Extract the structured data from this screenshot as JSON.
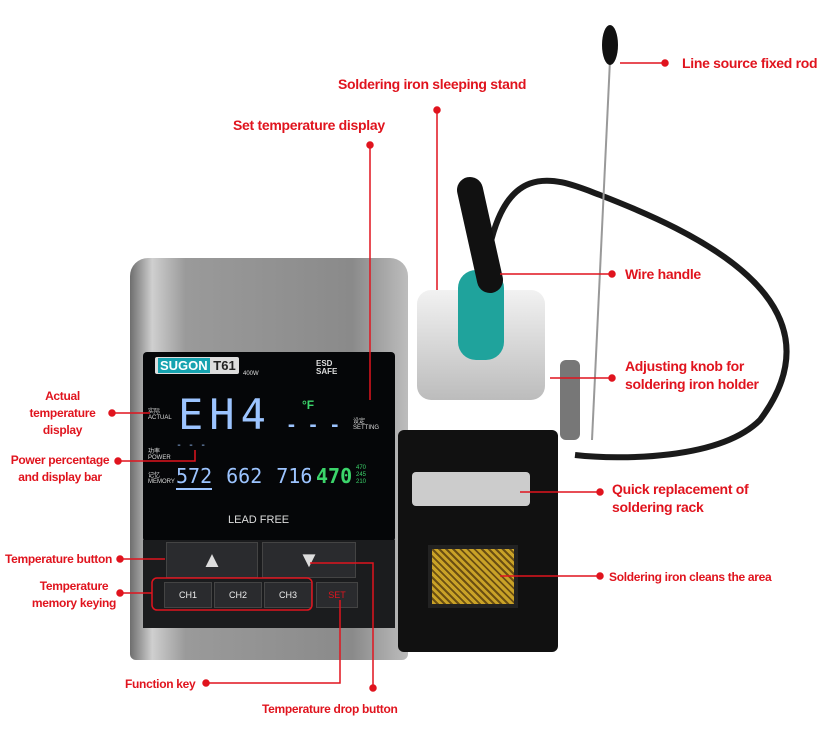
{
  "product": {
    "brand": "SUGON",
    "model": "T61",
    "power": "400W",
    "esd": "ESD SAFE",
    "lead_free": "LEAD FREE",
    "screen": {
      "actual_cn": "实际",
      "actual_en": "ACTUAL",
      "power_cn": "功率",
      "power_en": "POWER",
      "memory_cn": "记忆",
      "memory_en": "MEMORY",
      "setting_cn": "设定",
      "setting_en": "SETTING",
      "main_readout": "EH4",
      "unit": "°F",
      "set_readout": "- - -",
      "power_readout": "- - -",
      "memory_values": [
        "572",
        "662",
        "716"
      ],
      "current_value": "470",
      "presets": [
        "470",
        "245",
        "210"
      ]
    },
    "buttons": {
      "up": "▲",
      "down": "▼",
      "ch1": "CH1",
      "ch2": "CH2",
      "ch3": "CH3",
      "set": "SET"
    }
  },
  "labels": {
    "rod": "Line source fixed rod",
    "stand": "Soldering iron sleeping stand",
    "set_display": "Set temperature display",
    "wire_handle": "Wire handle",
    "knob": "Adjusting knob for soldering iron holder",
    "rack": "Quick replacement of soldering rack",
    "clean": "Soldering iron cleans the area",
    "actual": "Actual temperature display",
    "power": "Power percentage and display bar",
    "temp_button": "Temperature button",
    "memory_keying": "Temperature memory keying",
    "function_key": "Function key",
    "drop_button": "Temperature drop button"
  },
  "colors": {
    "label": "#e0141e",
    "accent": "#16a3b0",
    "digit_green": "#3bd46a"
  }
}
